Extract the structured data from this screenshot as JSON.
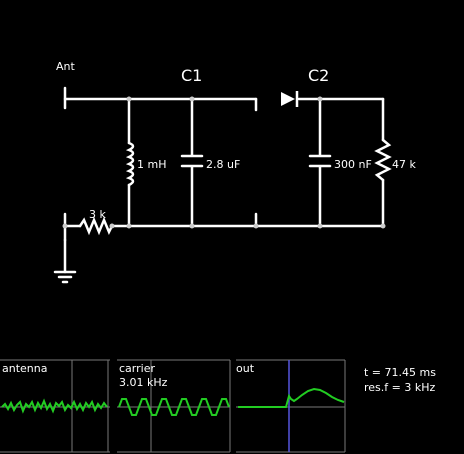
{
  "circuit": {
    "antenna_label": "Ant",
    "c1_title": "C1",
    "c2_title": "C2",
    "inductor_label": "1 mH",
    "cap1_label": "2.8 uF",
    "cap2_label": "300 nF",
    "res_load_label": "47 k",
    "res_series_label": "3 k"
  },
  "scopes": [
    {
      "title": "antenna",
      "subtitle": ""
    },
    {
      "title": "carrier",
      "subtitle": "3.01 kHz"
    },
    {
      "title": "out",
      "subtitle": ""
    }
  ],
  "info": {
    "time": "t = 71.45 ms",
    "resonance": "res.f = 3 kHz"
  },
  "colors": {
    "background": "#000000",
    "wire": "#ffffff",
    "trace": "#22cc22",
    "grid": "#777777",
    "cursor": "#5555dd"
  }
}
